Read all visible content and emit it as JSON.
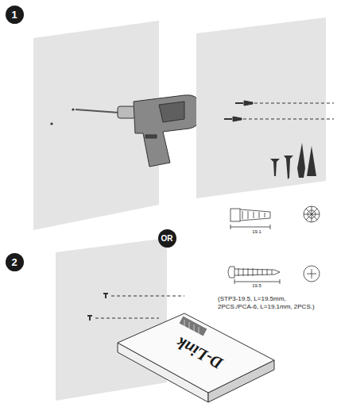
{
  "diagram": {
    "nodes": [
      {
        "text": [
          "1"
        ]
      },
      {
        "text": [
          "OR"
        ]
      },
      {
        "text": [
          "2"
        ]
      }
    ],
    "labels": [
      "19.1",
      "19.5",
      "(STP3-19.5, L=19.5mm, 2PCS./PCA-6, L=19.1mm, 2PCS.)",
      "D-Link"
    ]
  }
}
